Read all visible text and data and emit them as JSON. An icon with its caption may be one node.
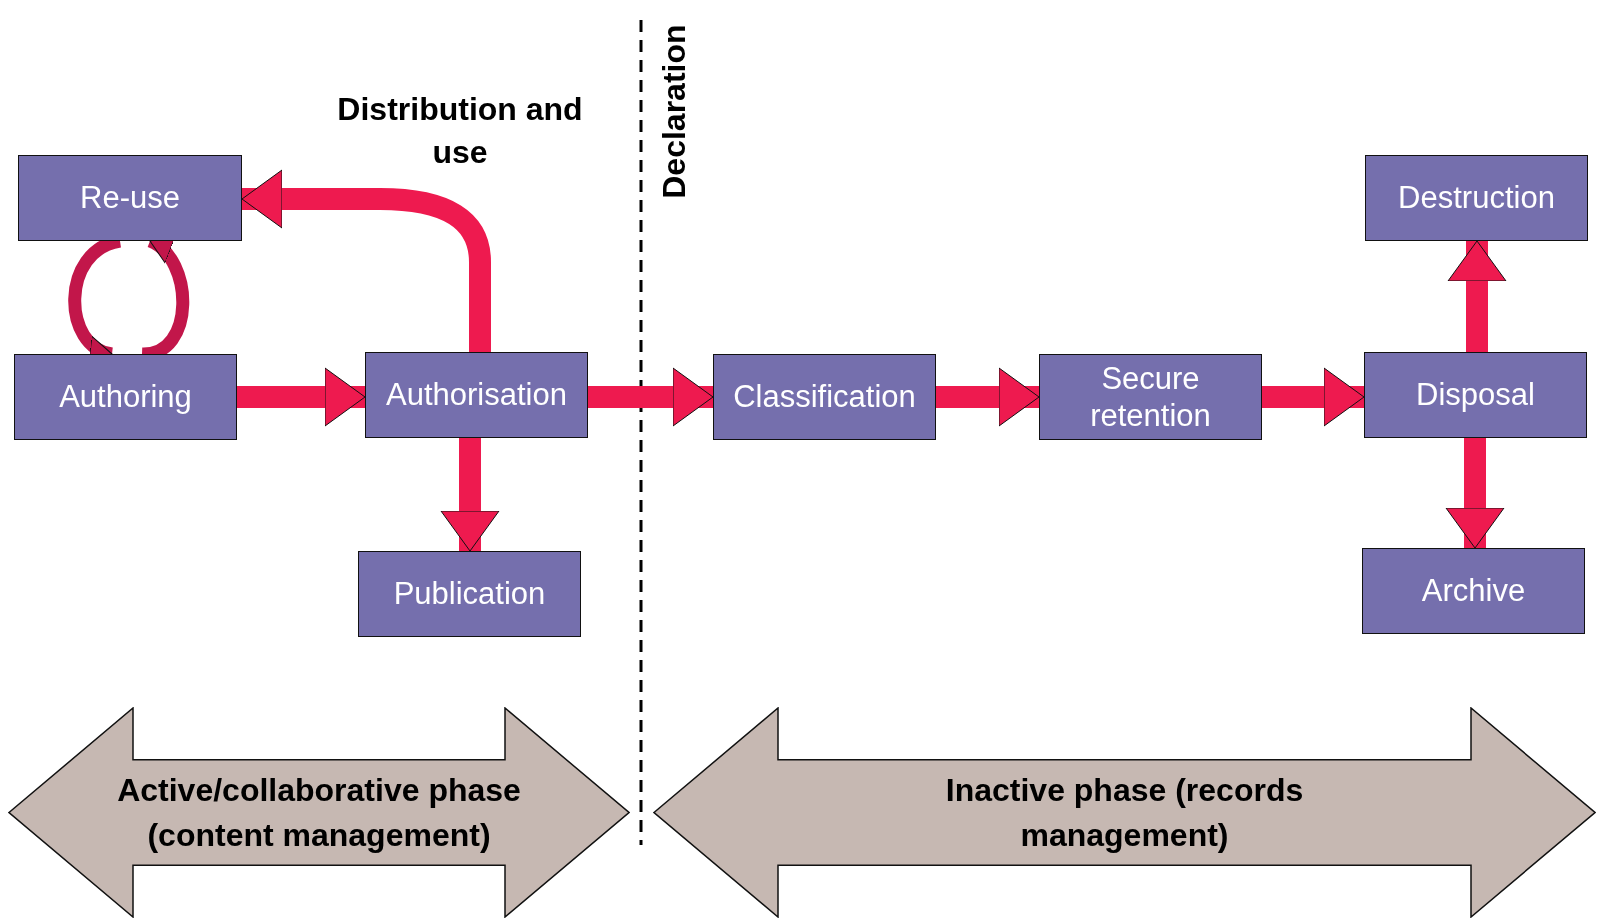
{
  "diagram": {
    "nodes": [
      {
        "text": [
          "Re-use"
        ]
      },
      {
        "text": [
          "Authoring"
        ]
      },
      {
        "text": [
          "Authorisation"
        ]
      },
      {
        "text": [
          "Publication"
        ]
      },
      {
        "text": [
          "Classification"
        ]
      },
      {
        "text": [
          "Secure retention"
        ]
      },
      {
        "text": [
          "Disposal"
        ]
      },
      {
        "text": [
          "Destruction"
        ]
      },
      {
        "text": [
          "Archive"
        ]
      },
      {
        "text": [
          "Active/collaborative phase (content management)"
        ]
      },
      {
        "text": [
          "Inactive phase (records management)"
        ]
      }
    ],
    "edges": [
      {
        "from": 1,
        "to": 2,
        "arrow": "to"
      },
      {
        "from": 2,
        "to": 0,
        "arrow": "to",
        "label": "Distribution and use"
      },
      {
        "from": 2,
        "to": 3,
        "arrow": "to"
      },
      {
        "from": 2,
        "to": 4,
        "arrow": "to"
      },
      {
        "from": 4,
        "to": 5,
        "arrow": "to"
      },
      {
        "from": 5,
        "to": 6,
        "arrow": "to"
      },
      {
        "from": 6,
        "to": 7,
        "arrow": "to"
      },
      {
        "from": 6,
        "to": 8,
        "arrow": "to"
      },
      {
        "from": 0,
        "to": 1,
        "arrow": "to",
        "color": "#c2164a"
      },
      {
        "from": 1,
        "to": 0,
        "arrow": "to",
        "color": "#c2164a"
      }
    ],
    "labels": [
      "Declaration"
    ]
  }
}
